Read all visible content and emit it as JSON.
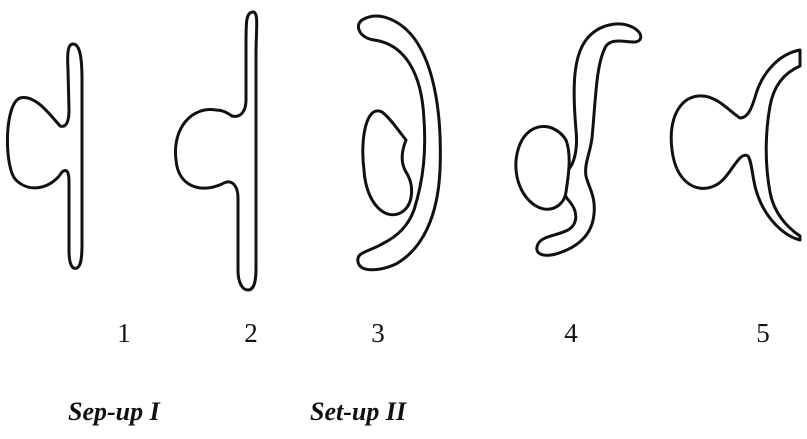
{
  "figures": [
    {
      "label": "1"
    },
    {
      "label": "2"
    },
    {
      "label": "3"
    },
    {
      "label": "4"
    },
    {
      "label": "5"
    }
  ],
  "setups": [
    {
      "label": "Sep-up I"
    },
    {
      "label": "Set-up II"
    }
  ]
}
